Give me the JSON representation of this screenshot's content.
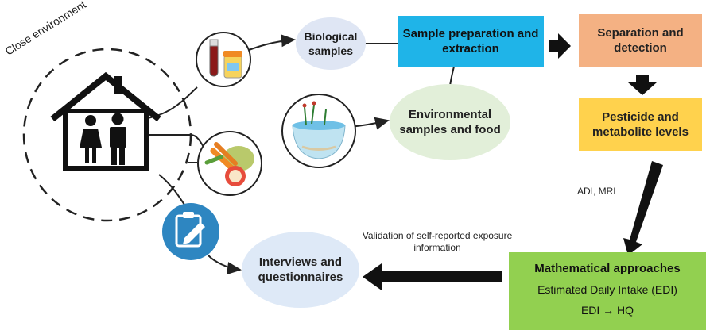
{
  "environment_label": "Close environment",
  "nodes": {
    "biological_samples": "Biological samples",
    "sample_preparation": "Sample preparation and extraction",
    "separation_detection": "Separation and detection",
    "pesticide_levels": "Pesticide and metabolite levels",
    "environmental_samples": "Environmental samples and food",
    "interviews": "Interviews and questionnaires"
  },
  "math_box": {
    "title": "Mathematical approaches",
    "line1": "Estimated Daily Intake (EDI)",
    "line2": "EDI → HQ"
  },
  "labels": {
    "adi_mrl": "ADI, MRL",
    "validation": "Validation of self-reported exposure information"
  },
  "colors": {
    "biological_fill": "#dfe6f4",
    "sample_prep_fill": "#1fb4e8",
    "separation_fill": "#f4b183",
    "pesticide_fill": "#ffd24d",
    "environmental_fill": "#e2efd9",
    "interviews_fill": "#dee9f7",
    "math_fill": "#92d050",
    "clipboard_icon_fill": "#2e86c1"
  },
  "icons": [
    "house-family-icon",
    "sample-tubes-icon",
    "food-icon",
    "water-plants-icon",
    "clipboard-pen-icon"
  ]
}
